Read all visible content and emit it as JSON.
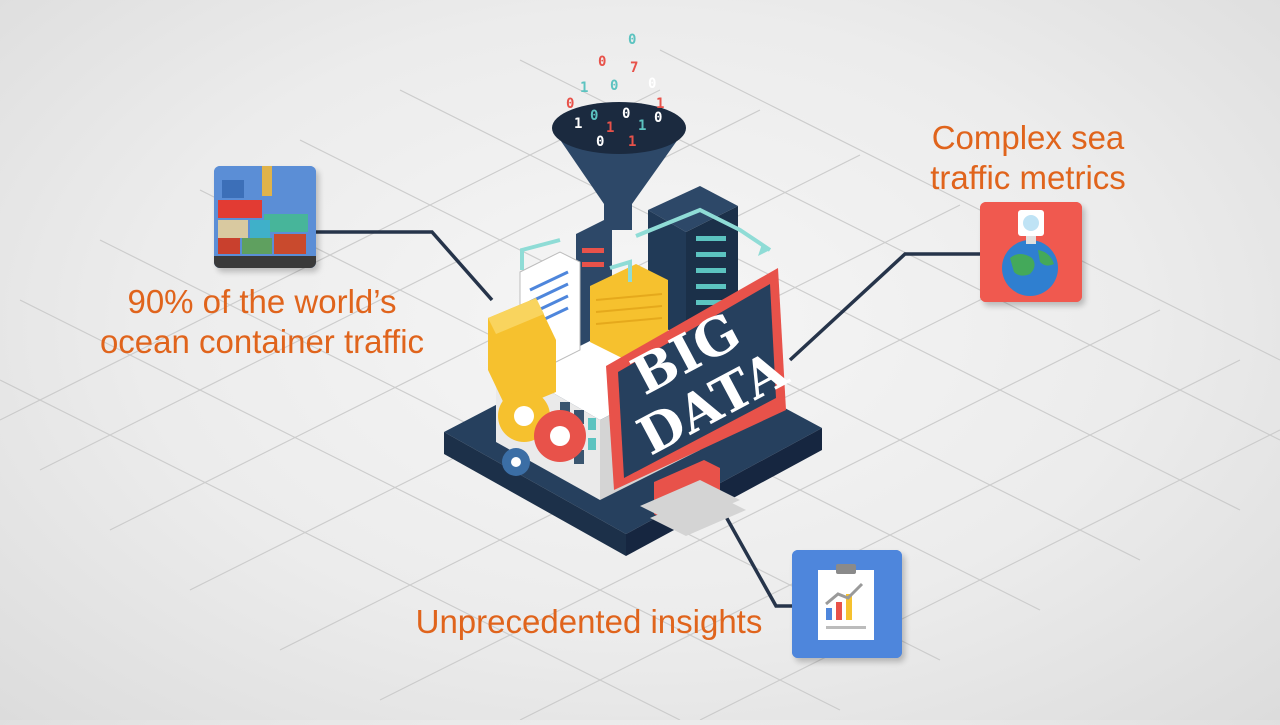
{
  "central_graphic": {
    "line1": "BIG",
    "line2": "DATA"
  },
  "callouts": {
    "ocean_traffic": {
      "line1": "90% of the world’s",
      "line2": "ocean container traffic",
      "icon": "shipping-containers-icon"
    },
    "sea_metrics": {
      "line1": "Complex sea",
      "line2": "traffic metrics",
      "icon": "globe-camera-icon"
    },
    "insights": {
      "text": "Unprecedented insights",
      "icon": "report-clipboard-icon"
    }
  },
  "colors": {
    "label_orange": "#e0641c",
    "navy": "#26405e",
    "red": "#e8524a",
    "yellow": "#f6c12e",
    "teal": "#5cc3c0"
  }
}
